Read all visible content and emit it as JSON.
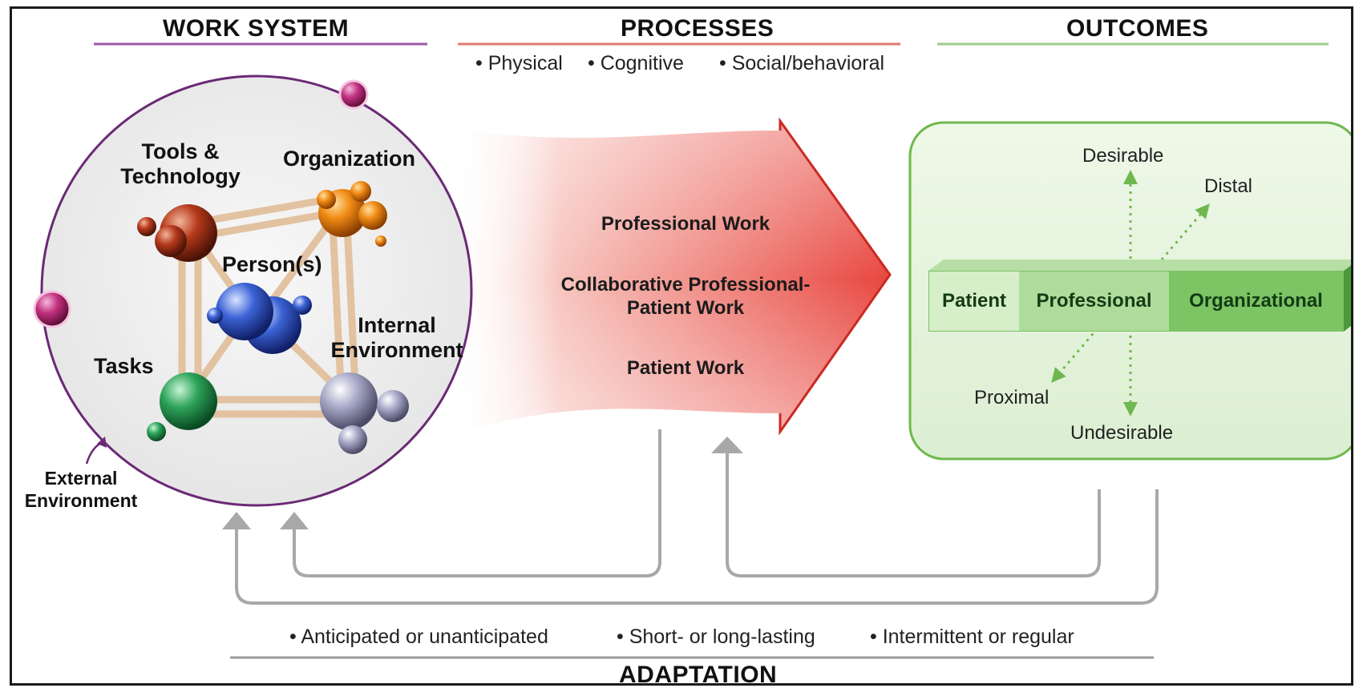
{
  "headers": {
    "work_system": "WORK SYSTEM",
    "processes": "PROCESSES",
    "outcomes": "OUTCOMES",
    "adaptation": "ADAPTATION"
  },
  "process_types": [
    "• Physical",
    "• Cognitive",
    "• Social/behavioral"
  ],
  "work_system": {
    "tools_technology": "Tools & Technology",
    "organization": "Organization",
    "persons": "Person(s)",
    "internal_environment": "Internal Environment",
    "tasks": "Tasks",
    "external_environment": "External Environment"
  },
  "process_bands": {
    "professional": "Professional Work",
    "collaborative": "Collaborative Professional-Patient Work",
    "patient": "Patient Work"
  },
  "outcomes": {
    "segments": [
      "Patient",
      "Professional",
      "Organizational"
    ],
    "desirable": "Desirable",
    "undesirable": "Undesirable",
    "distal": "Distal",
    "proximal": "Proximal"
  },
  "adaptation_types": [
    "• Anticipated or unanticipated",
    "• Short- or long-lasting",
    "• Intermittent or regular"
  ],
  "colors": {
    "work_system_line": "#9b59a6",
    "processes_line": "#e07a70",
    "outcomes_line": "#9ccc8a",
    "tools": "#b5391b",
    "organization": "#f08a14",
    "persons": "#3b63d6",
    "tasks": "#2da35a",
    "internal": "#a8a8c8",
    "external": "#c2307f",
    "arrow": "#e8463f",
    "outcome_box": "#6fb84f",
    "feedback": "#a8a8a8"
  }
}
